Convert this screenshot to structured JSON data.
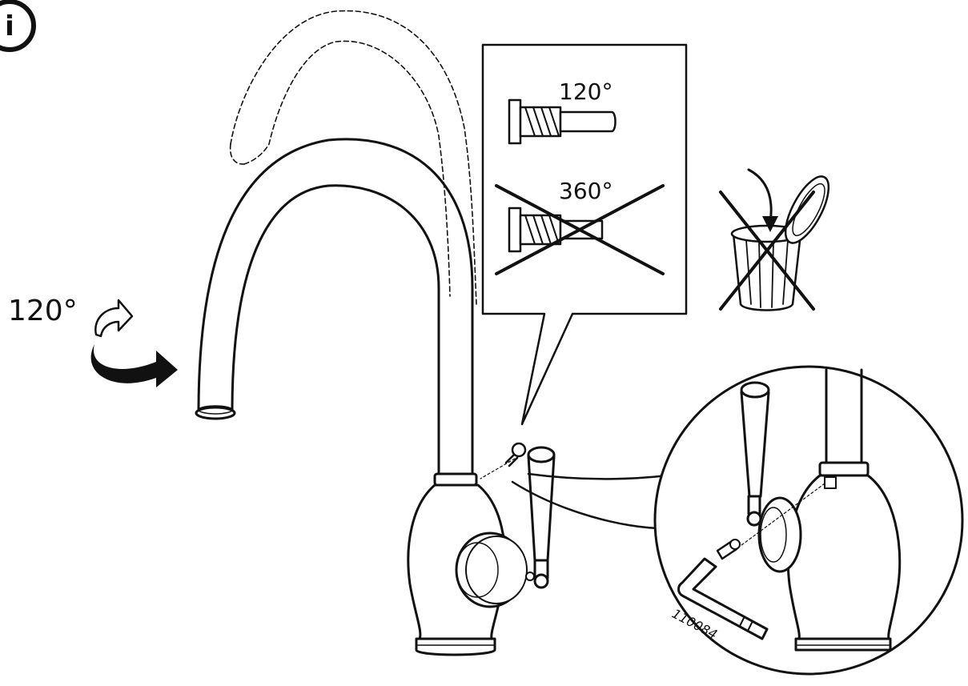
{
  "info_symbol": "i",
  "spout_rotation_label": "120°",
  "callout": {
    "allowed_label": "120°",
    "forbidden_label": "360°"
  },
  "tool_code": "110084",
  "icons": {
    "info": "info-icon",
    "rotate_arrow": "curved-rotate-arrow-icon",
    "screw_allowed": "screw-allowed-icon",
    "screw_forbidden": "screw-forbidden-icon",
    "trash": "trash-bin-icon",
    "forbidden_cross": "cross-out-icon",
    "hex_key": "allen-key-icon"
  },
  "colors": {
    "ink": "#111111",
    "background": "#ffffff"
  }
}
